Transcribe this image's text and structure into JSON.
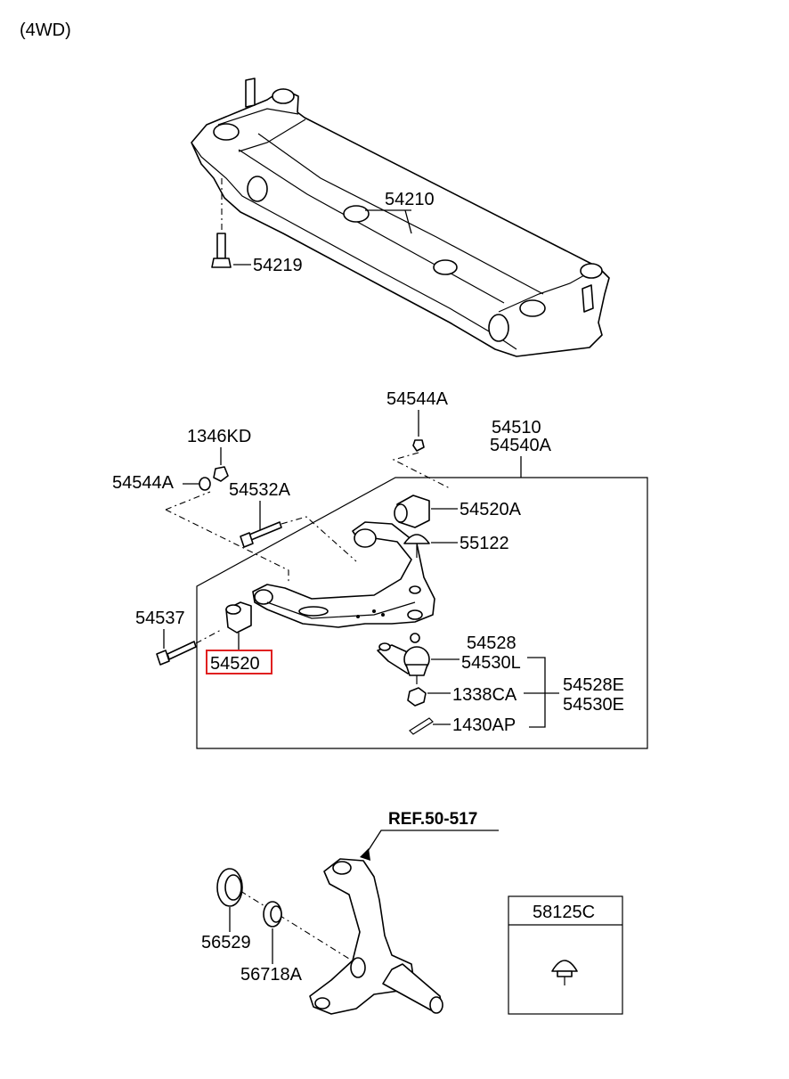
{
  "variant_label": "(4WD)",
  "reference_label": "REF.50-517",
  "highlight_color": "#e02020",
  "parts": {
    "crossmember": "54210",
    "crossmember_bolt": "54219",
    "washer_top": "54544A",
    "nut_top": "1346KD",
    "washer_left": "54544A",
    "bolt_front": "54532A",
    "arm_assembly_1": "54510",
    "arm_assembly_2": "54540A",
    "bushing_rear": "54520A",
    "dust_cap": "55122",
    "bolt_lower": "54537",
    "bushing_front": "54520",
    "ball_joint_1": "54528",
    "ball_joint_2": "54530L",
    "ball_joint_kit_1": "54528E",
    "ball_joint_kit_2": "54530E",
    "castle_nut": "1338CA",
    "cotter_pin": "1430AP",
    "seal": "56529",
    "bearing": "56718A",
    "plug": "58125C"
  }
}
